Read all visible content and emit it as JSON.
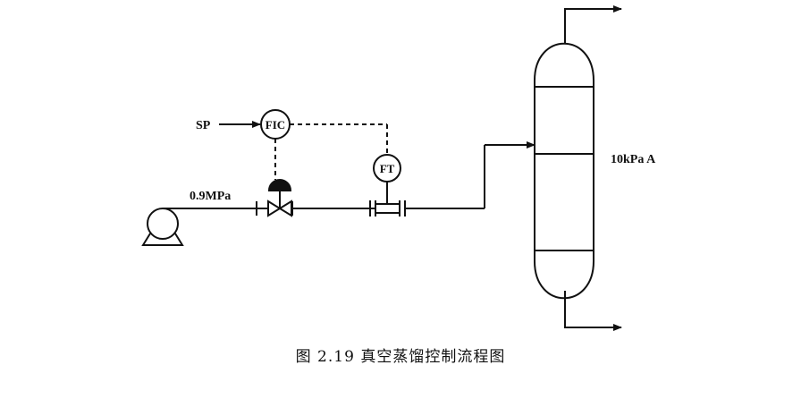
{
  "diagram": {
    "labels": {
      "setpoint": "SP",
      "controller": "FIC",
      "transmitter": "FT",
      "supply_pressure": "0.9MPa",
      "column_pressure": "10kPa A"
    },
    "caption": "图 2.19 真空蒸馏控制流程图",
    "colors": {
      "line": "#111111",
      "background": "#ffffff"
    }
  }
}
